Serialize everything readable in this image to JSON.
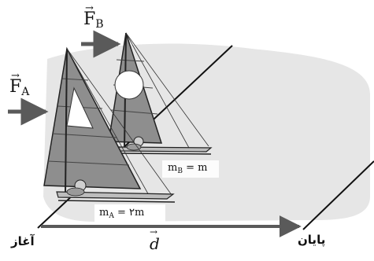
{
  "labels": {
    "force_a": {
      "symbol": "F",
      "sub": "A"
    },
    "force_b": {
      "symbol": "F",
      "sub": "B"
    },
    "mass_a": {
      "symbol": "m",
      "sub": "A",
      "rhs": "= ۲m"
    },
    "mass_b": {
      "symbol": "m",
      "sub": "B",
      "rhs": "= m"
    },
    "start": "آغاز",
    "end": "پایان",
    "displacement": "d"
  },
  "colors": {
    "background_cloud": "#e6e6e6",
    "sail_fill": "#8e8e8e",
    "sail_window": "#ffffff",
    "arrow": "#5a5a5a",
    "line": "#111111"
  }
}
